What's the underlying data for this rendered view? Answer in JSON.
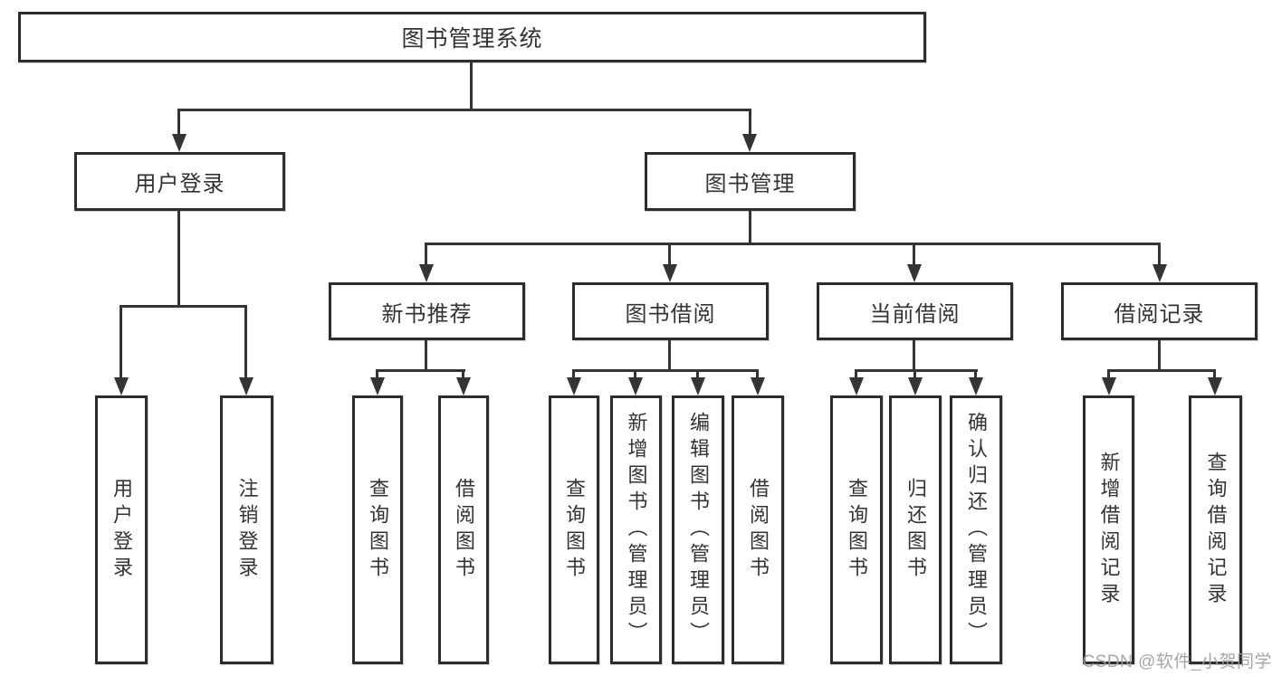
{
  "tree": {
    "root": "图书管理系统",
    "branches": [
      {
        "label": "用户登录",
        "leaves": [
          "用户登录",
          "注销登录"
        ]
      },
      {
        "label": "图书管理",
        "groups": [
          {
            "label": "新书推荐",
            "leaves": [
              "查询图书",
              "借阅图书"
            ]
          },
          {
            "label": "图书借阅",
            "leaves": [
              "查询图书",
              "新增图书（管理员）",
              "编辑图书（管理员）",
              "借阅图书"
            ]
          },
          {
            "label": "当前借阅",
            "leaves": [
              "查询图书",
              "归还图书",
              "确认归还（管理员）"
            ]
          },
          {
            "label": "借阅记录",
            "leaves": [
              "新增借阅记录",
              "查询借阅记录"
            ]
          }
        ]
      }
    ]
  },
  "watermark": {
    "text": "CSDN @软件_小贺同学"
  },
  "colors": {
    "line": "#343434",
    "box_border": "#2d2d2d",
    "box_fill": "#ffffff",
    "text": "#333333",
    "watermark": "#9e9e9e"
  }
}
